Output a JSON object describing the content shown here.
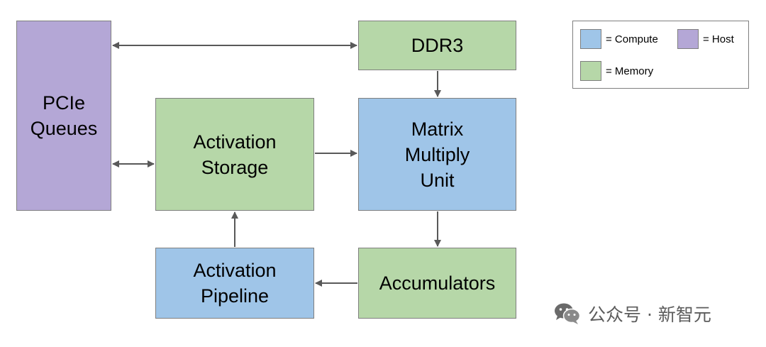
{
  "blocks": {
    "pcie": "PCIe\nQueues",
    "ddr3": "DDR3",
    "activation_storage": "Activation\nStorage",
    "matrix_multiply_unit": "Matrix\nMultiply\nUnit",
    "activation_pipeline": "Activation\nPipeline",
    "accumulators": "Accumulators"
  },
  "legend": {
    "compute": "= Compute",
    "host": "= Host",
    "memory": "= Memory"
  },
  "colors": {
    "compute": "#9fc5e8",
    "host": "#b4a7d6",
    "memory": "#b6d7a8",
    "border": "#7f7f7f",
    "arrow": "#595959"
  },
  "watermark": {
    "text": "公众号 · 新智元",
    "icon": "wechat-icon"
  }
}
